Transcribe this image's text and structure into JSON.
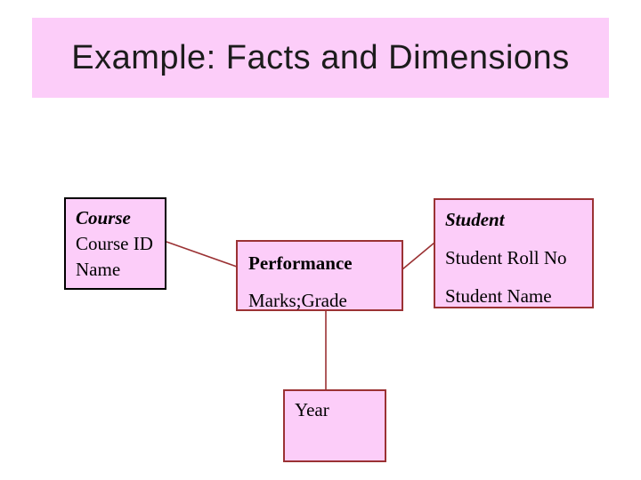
{
  "slide": {
    "title": "Example: Facts and Dimensions"
  },
  "colors": {
    "title_bar_fill": "#fccdf9",
    "title_text": "#1c1c1c",
    "box_fill": "#fccdf9",
    "dimension_box_border": "#000000",
    "fact_box_border": "#9b3234",
    "connector": "#9b3234",
    "box_text": "#000000",
    "slide_background": "#ffffff"
  },
  "diagram": {
    "boxes": [
      {
        "id": "course",
        "role": "dimension",
        "title": "Course",
        "title_style": "bold-italic",
        "fields": [
          "Course ID",
          "Name"
        ]
      },
      {
        "id": "performance",
        "role": "fact",
        "title": "Performance",
        "title_style": "bold",
        "fields": [
          "Marks;Grade"
        ]
      },
      {
        "id": "student",
        "role": "dimension",
        "title": "Student",
        "title_style": "bold-italic",
        "fields": [
          "Student Roll No",
          "Student Name"
        ]
      },
      {
        "id": "year",
        "role": "dimension",
        "title": "Year",
        "title_style": "normal",
        "fields": []
      }
    ],
    "connectors": [
      {
        "from": "course",
        "to": "performance"
      },
      {
        "from": "performance",
        "to": "student"
      },
      {
        "from": "performance",
        "to": "year"
      }
    ]
  }
}
